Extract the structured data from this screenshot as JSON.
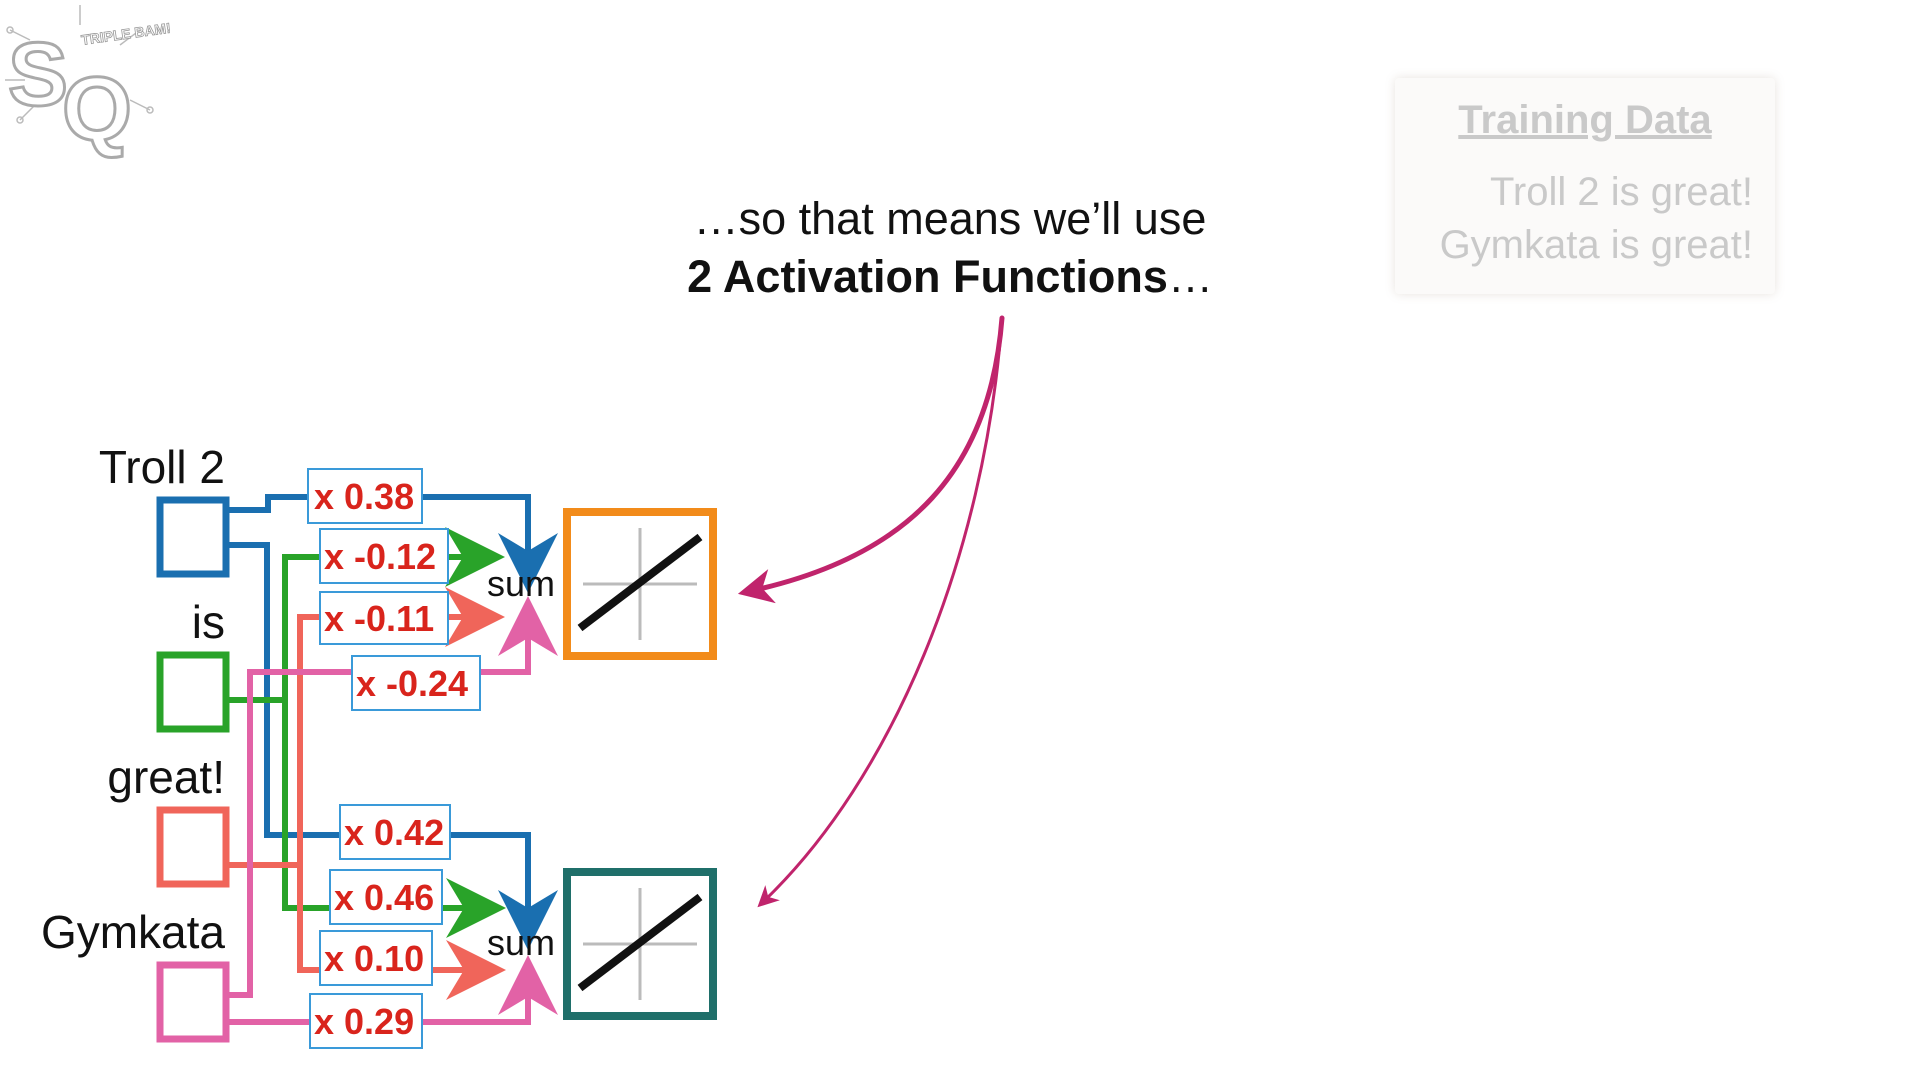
{
  "logo": {
    "letters": "SQ",
    "tagline": "TRIPLE BAM!!"
  },
  "caption": {
    "line1": "…so that means we’ll use",
    "line2_bold": "2 Activation Functions",
    "line2_tail": "…"
  },
  "training_data": {
    "title": "Training Data",
    "lines": [
      "Troll 2 is great!",
      "Gymkata is great!"
    ]
  },
  "inputs": [
    {
      "label": "Troll 2",
      "color": "#1a6fb0"
    },
    {
      "label": "is",
      "color": "#29a329"
    },
    {
      "label": "great!",
      "color": "#f0655a"
    },
    {
      "label": "Gymkata",
      "color": "#e262a6"
    }
  ],
  "weights": {
    "top": [
      "x 0.38",
      "x -0.12",
      "x -0.11",
      "x -0.24"
    ],
    "bottom": [
      "x 0.42",
      "x 0.46",
      "x 0.10",
      "x 0.29"
    ]
  },
  "sum_label": "sum",
  "activation_boxes": [
    {
      "color": "#f28b1a"
    },
    {
      "color": "#1f6f6a"
    }
  ],
  "arrow_color": "#c0246c",
  "weight_box_color": "#3a9ad9",
  "weight_text_color": "#d9241c"
}
